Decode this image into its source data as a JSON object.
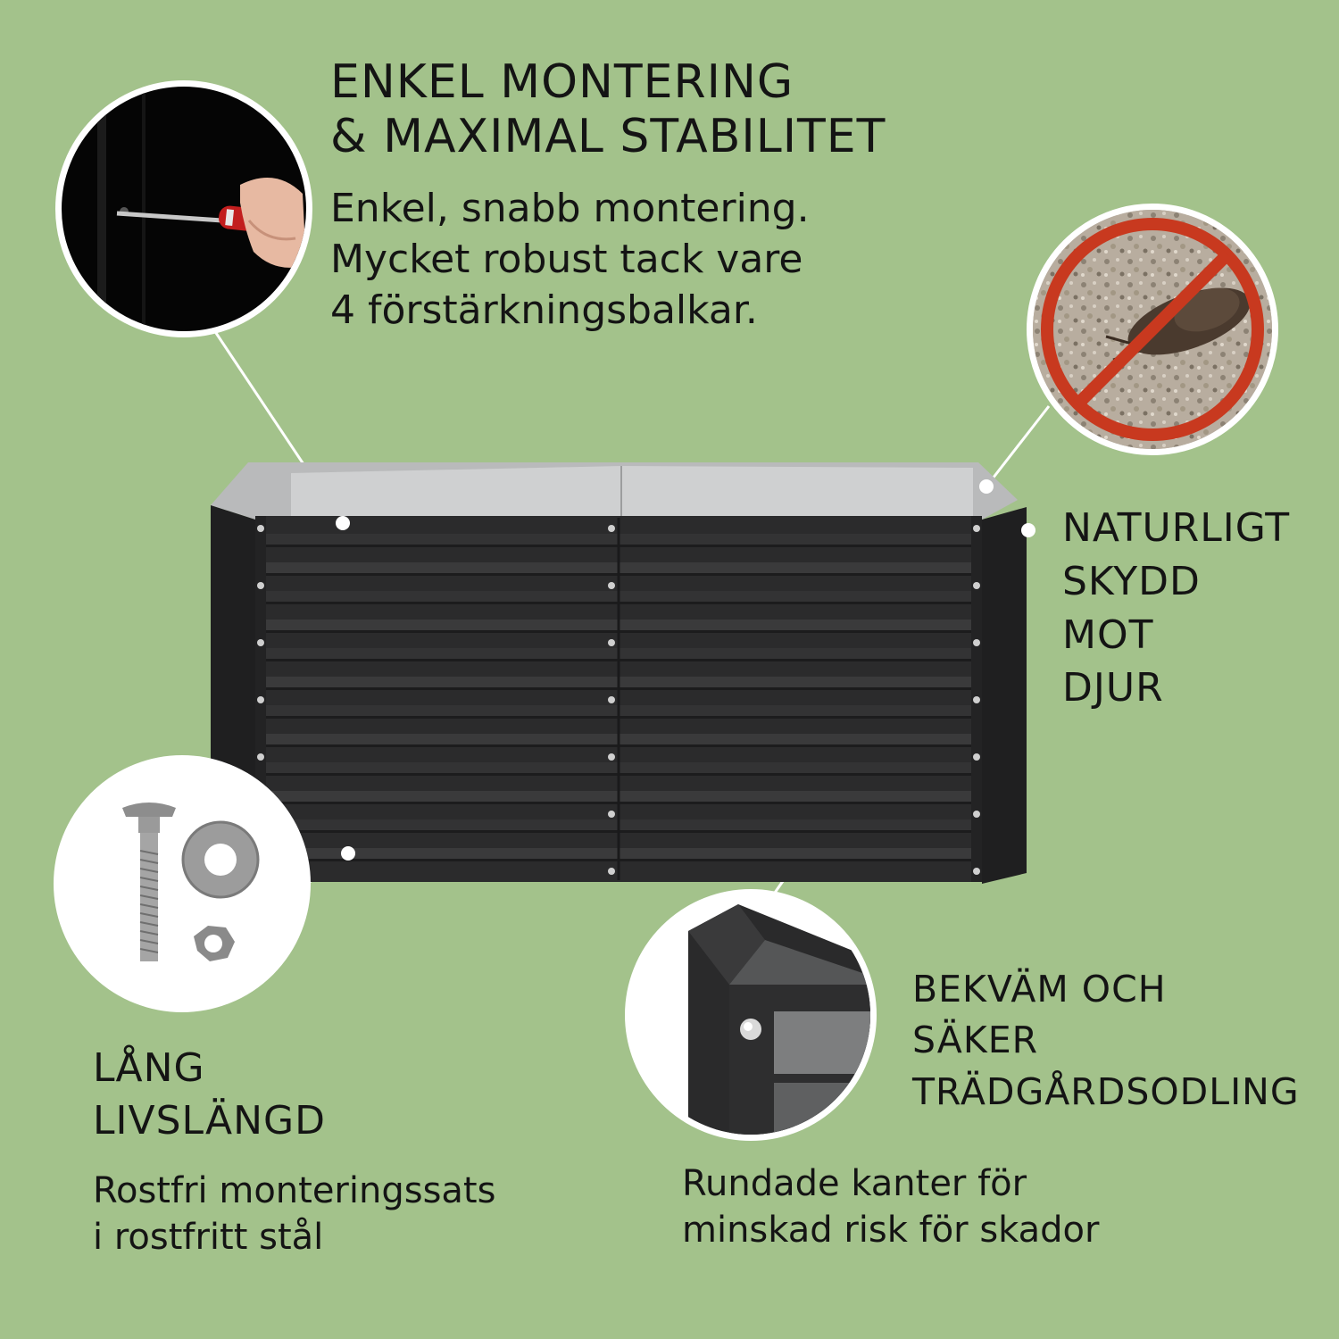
{
  "top": {
    "heading_lines": [
      "ENKEL MONTERING",
      "& MAXIMAL STABILITET"
    ],
    "body_lines": [
      "Enkel, snabb montering.",
      "Mycket robust tack vare",
      "4 förstärkningsbalkar."
    ]
  },
  "right": {
    "heading_lines": [
      "NATURLIGT",
      "SKYDD",
      "MOT",
      "DJUR"
    ]
  },
  "bottom_left": {
    "heading_lines": [
      "LÅNG",
      "LIVSLÄNGD"
    ],
    "body_lines": [
      "Rostfri monteringssats",
      "i rostfritt stål"
    ]
  },
  "bottom_right": {
    "heading_lines": [
      "BEKVÄM OCH",
      "SÄKER",
      "TRÄDGÅRDSODLING"
    ],
    "body_lines": [
      "Rundade kanter för",
      "minskad risk för skador"
    ]
  },
  "colors": {
    "background": "#a3c28b",
    "text": "#141414",
    "planter": "#2b2b2c",
    "no_symbol": "#c8391f"
  },
  "icons": [
    "screwdriver-icon",
    "no-slug-icon",
    "bolt-washer-nut-icon",
    "planter-corner-icon"
  ]
}
